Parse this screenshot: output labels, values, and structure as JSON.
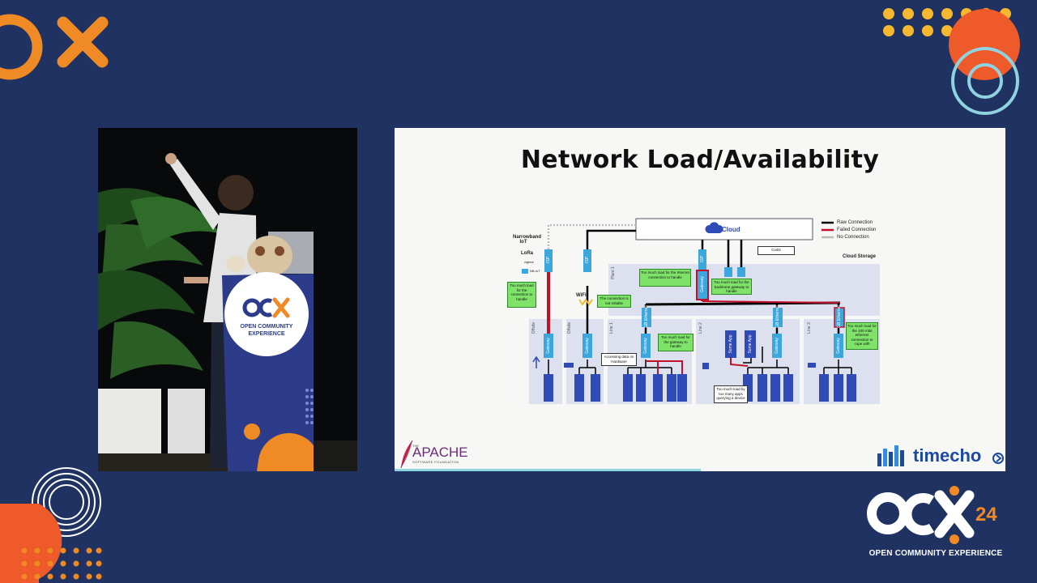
{
  "slide": {
    "title": "Network Load/Availability",
    "legend": [
      "Raw Connection",
      "Failed Connection",
      "No Connection"
    ],
    "cloud_label": "Cloud",
    "cloud_storage": "Cloud Storage",
    "costs": "Costs",
    "radio": {
      "title": "Narrowband IoT",
      "lora": "LoRa",
      "zigbee": "zigbee",
      "nbiot": "NB-IoT"
    },
    "wifi": "WiFi",
    "notes": {
      "n1": "Too much load for the connection to handle",
      "n2": "The connection is not reliable",
      "n3": "Too much load for the Internet connection to handle",
      "n4": "Too much load for the backbone gateway to handle",
      "n5": "Too much load for the gateway to handle",
      "n6": "Too much load for the 100 mbit ethernet connection to cope with"
    },
    "callouts": {
      "c1": "Accessing data on Hardware",
      "c2": "Too much load by too many apps querying a device"
    },
    "zones": [
      "Offsite",
      "Offsite",
      "Line 1",
      "Line 2",
      "Line 3",
      "Plant 1"
    ],
    "device": "IoT Device",
    "gateway": "Gateway",
    "isp": "ISP",
    "ethernet": "GB Ethernet",
    "some_app": "Some App",
    "apache": "APACHE",
    "apache_the": "THE",
    "apache_sub": "SOFTWARE FOUNDATION",
    "timecho": "timecho"
  },
  "event": {
    "logo": "OCX",
    "year": "24",
    "line1": "OPEN COMMUNITY",
    "line2": "EXPERIENCE",
    "footer": "OPEN COMMUNITY EXPERIENCE"
  },
  "colors": {
    "background": "#1f3262",
    "orange": "#f08a24",
    "yellow": "#f5b82e",
    "teal": "#8fd3e0",
    "device": "#2f4bb8",
    "gateway": "#3ba7dc",
    "note_green": "#7fe36a",
    "zone": "#dde0ef"
  }
}
